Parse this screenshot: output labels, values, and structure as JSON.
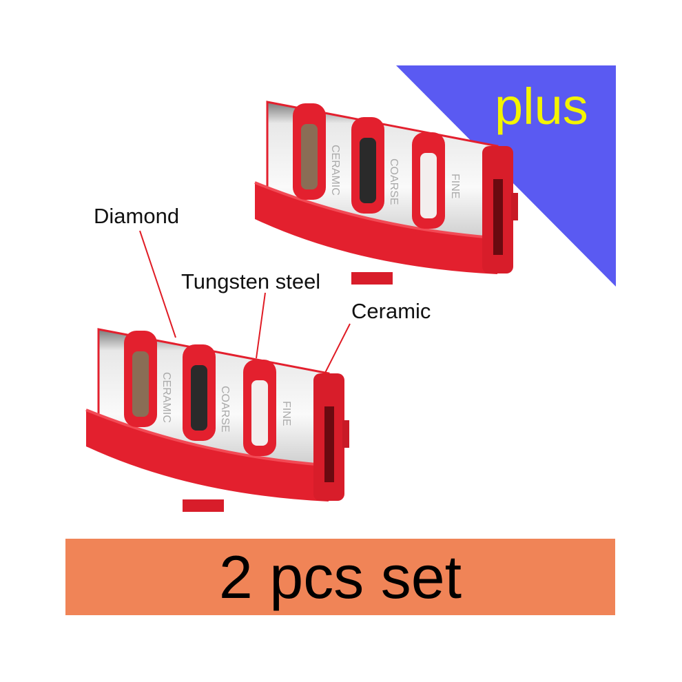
{
  "badge": {
    "text": "plus",
    "background": "#5a5af2",
    "color": "#f4f400"
  },
  "callouts": {
    "diamond": "Diamond",
    "tungsten": "Tungsten steel",
    "ceramic": "Ceramic"
  },
  "product_markings": [
    "CERAMIC",
    "COARSE",
    "FINE"
  ],
  "banner": {
    "text": "2 pcs set",
    "background": "#f08457"
  },
  "colors": {
    "product_red": "#e3202e",
    "leader_line": "#e01b24"
  }
}
